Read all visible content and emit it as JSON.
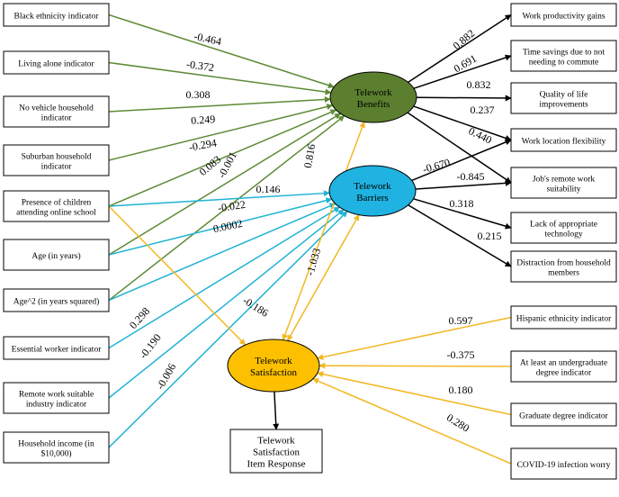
{
  "colors": {
    "benefits": "#5b7f2f",
    "barriers": "#20b2e0",
    "satisfaction": "#fcc000",
    "black": "#000000",
    "benefits_edge": "#5e8a36",
    "barriers_edge": "#1fb2d4",
    "satisfaction_edge": "#f2b824"
  },
  "diagram": {
    "left_boxes": [
      {
        "id": "L1",
        "lines": [
          "Black ethnicity indicator"
        ]
      },
      {
        "id": "L2",
        "lines": [
          "Living alone indicator"
        ]
      },
      {
        "id": "L3",
        "lines": [
          "No vehicle household",
          "indicator"
        ]
      },
      {
        "id": "L4",
        "lines": [
          "Suburban household",
          "indicator"
        ]
      },
      {
        "id": "L5",
        "lines": [
          "Presence of children",
          "attending online school"
        ]
      },
      {
        "id": "L6",
        "lines": [
          "Age (in years)"
        ]
      },
      {
        "id": "L7",
        "lines": [
          "Age^2 (in years squared)"
        ]
      },
      {
        "id": "L8",
        "lines": [
          "Essential worker indicator"
        ]
      },
      {
        "id": "L9",
        "lines": [
          "Remote work suitable",
          "industry indicator"
        ]
      },
      {
        "id": "L10",
        "lines": [
          "Household income (in",
          "$10,000)"
        ]
      }
    ],
    "right_top_boxes": [
      {
        "id": "R1",
        "lines": [
          "Work productivity gains"
        ]
      },
      {
        "id": "R2",
        "lines": [
          "Time savings due to not",
          "needing to commute"
        ]
      },
      {
        "id": "R3",
        "lines": [
          "Quality of life",
          "improvements"
        ]
      },
      {
        "id": "R4",
        "lines": [
          "Work location flexibility"
        ]
      },
      {
        "id": "R5",
        "lines": [
          "Job's remote work",
          "suitability"
        ]
      },
      {
        "id": "R6",
        "lines": [
          "Lack of appropriate",
          "technology"
        ]
      },
      {
        "id": "R7",
        "lines": [
          "Distraction from household",
          "members"
        ]
      }
    ],
    "right_bottom_boxes": [
      {
        "id": "S1",
        "lines": [
          "Hispanic ethnicity indicator"
        ]
      },
      {
        "id": "S2",
        "lines": [
          "At least an undergraduate",
          "degree indicator"
        ]
      },
      {
        "id": "S3",
        "lines": [
          "Graduate degree indicator"
        ]
      },
      {
        "id": "S4",
        "lines": [
          "COVID-19 infection worry"
        ]
      }
    ],
    "latent": [
      {
        "id": "B",
        "lines": [
          "Telework",
          "Benefits"
        ],
        "color_key": "benefits"
      },
      {
        "id": "R",
        "lines": [
          "Telework",
          "Barriers"
        ],
        "color_key": "barriers"
      },
      {
        "id": "S",
        "lines": [
          "Telework",
          "Satisfaction"
        ],
        "color_key": "satisfaction"
      }
    ],
    "response_box": {
      "id": "T",
      "lines": [
        "Telework",
        "Satisfaction",
        "Item Response"
      ]
    },
    "edges": [
      {
        "from": "L1",
        "to": "B",
        "coef": "-0.464",
        "color_key": "benefits_edge"
      },
      {
        "from": "L2",
        "to": "B",
        "coef": "-0.372",
        "color_key": "benefits_edge"
      },
      {
        "from": "L3",
        "to": "B",
        "coef": "0.308",
        "color_key": "benefits_edge"
      },
      {
        "from": "L4",
        "to": "B",
        "coef": "0.249",
        "color_key": "benefits_edge"
      },
      {
        "from": "L5",
        "to": "B",
        "coef": "-0.294",
        "color_key": "benefits_edge"
      },
      {
        "from": "L6",
        "to": "B",
        "coef": "0.083",
        "color_key": "benefits_edge"
      },
      {
        "from": "L7",
        "to": "B",
        "coef": "-0.001",
        "color_key": "benefits_edge"
      },
      {
        "from": "L5",
        "to": "R",
        "coef": "0.146",
        "color_key": "barriers_edge"
      },
      {
        "from": "L6",
        "to": "R",
        "coef": "-0.022",
        "color_key": "barriers_edge"
      },
      {
        "from": "L7",
        "to": "R",
        "coef": "0.0002",
        "color_key": "barriers_edge"
      },
      {
        "from": "L8",
        "to": "R",
        "coef": "0.298",
        "color_key": "barriers_edge"
      },
      {
        "from": "L9",
        "to": "R",
        "coef": "-0.190",
        "color_key": "barriers_edge"
      },
      {
        "from": "L10",
        "to": "R",
        "coef": "-0.006",
        "color_key": "barriers_edge"
      },
      {
        "from": "L5",
        "to": "S",
        "coef": "-0.186",
        "color_key": "satisfaction_edge"
      },
      {
        "from": "B",
        "to": "R1",
        "coef": "0.882",
        "color_key": "black"
      },
      {
        "from": "B",
        "to": "R2",
        "coef": "0.691",
        "color_key": "black"
      },
      {
        "from": "B",
        "to": "R3",
        "coef": "0.832",
        "color_key": "black"
      },
      {
        "from": "B",
        "to": "R4",
        "coef": "0.237",
        "color_key": "black"
      },
      {
        "from": "B",
        "to": "R5",
        "coef": "0.440",
        "color_key": "black"
      },
      {
        "from": "R",
        "to": "R4",
        "coef": "-0.670",
        "color_key": "black"
      },
      {
        "from": "R",
        "to": "R5",
        "coef": "-0.845",
        "color_key": "black"
      },
      {
        "from": "R",
        "to": "R6",
        "coef": "0.318",
        "color_key": "black"
      },
      {
        "from": "R",
        "to": "R7",
        "coef": "0.215",
        "color_key": "black"
      },
      {
        "from": "S",
        "to": "B",
        "coef": "0.816",
        "color_key": "satisfaction_edge",
        "bidirectional": true
      },
      {
        "from": "S",
        "to": "R",
        "coef": "-1.033",
        "color_key": "satisfaction_edge",
        "bidirectional": true
      },
      {
        "from": "S1",
        "to": "S",
        "coef": "0.597",
        "color_key": "satisfaction_edge"
      },
      {
        "from": "S2",
        "to": "S",
        "coef": "-0.375",
        "color_key": "satisfaction_edge"
      },
      {
        "from": "S3",
        "to": "S",
        "coef": "0.180",
        "color_key": "satisfaction_edge"
      },
      {
        "from": "S4",
        "to": "S",
        "coef": "0.280",
        "color_key": "satisfaction_edge"
      },
      {
        "from": "S",
        "to": "T",
        "coef": "",
        "color_key": "black"
      }
    ]
  }
}
